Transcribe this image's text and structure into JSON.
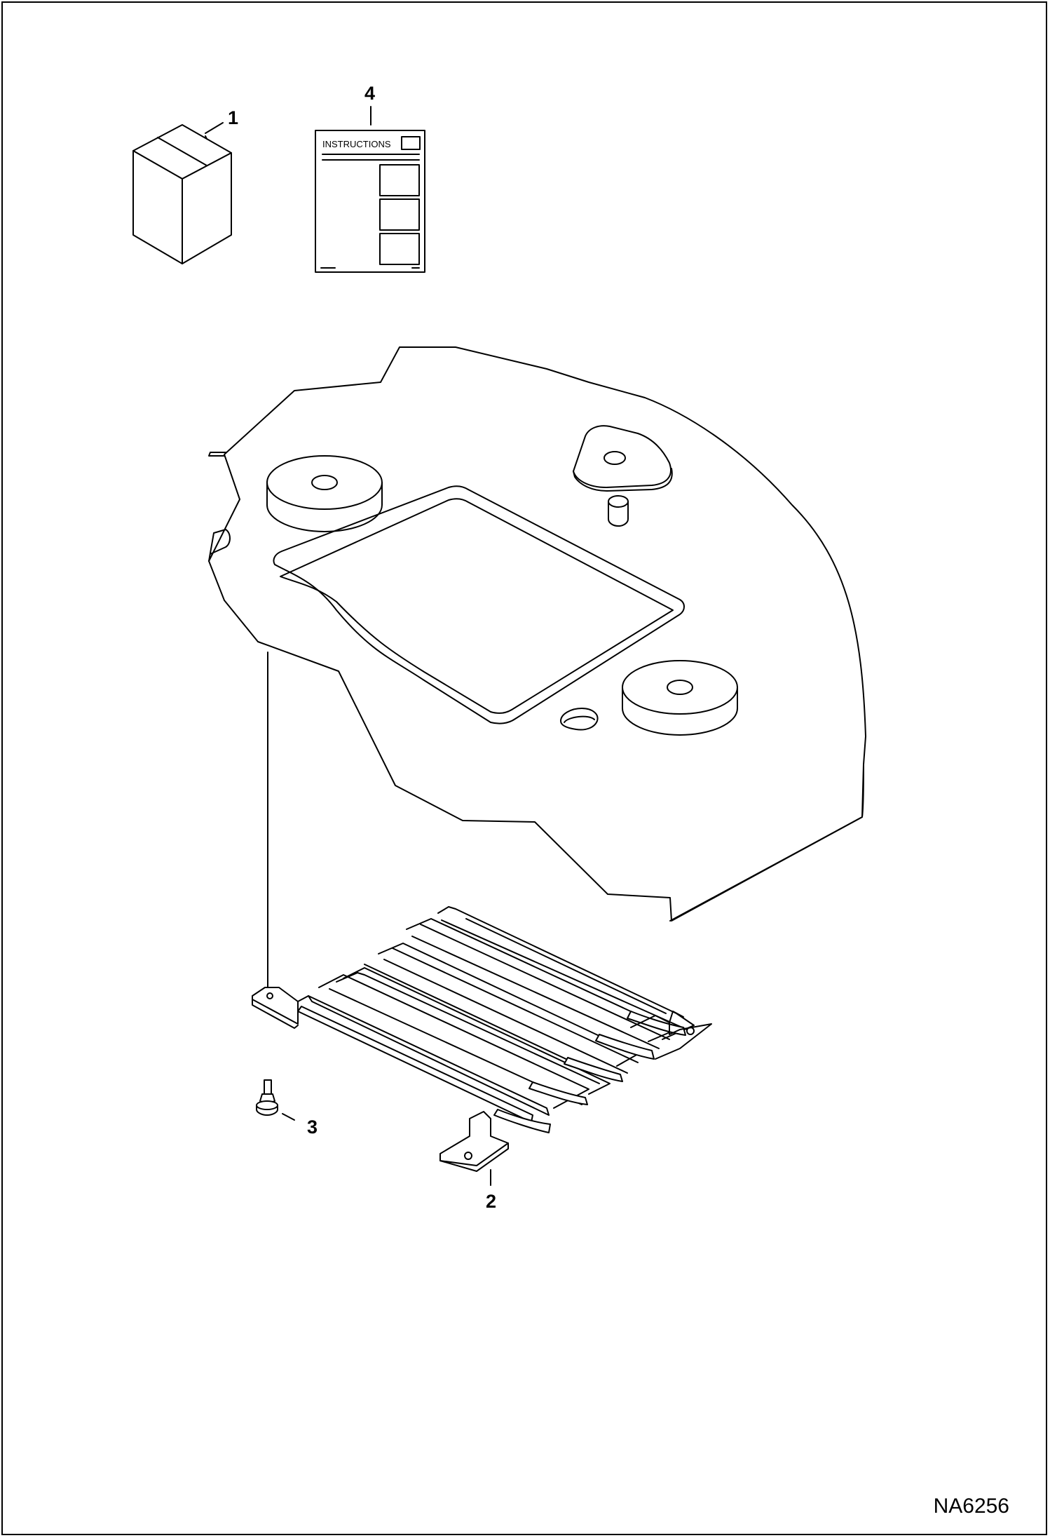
{
  "callouts": {
    "item_1": "1",
    "item_2": "2",
    "item_3": "3",
    "item_4": "4"
  },
  "instructions_sheet": {
    "title": "INSTRUCTIONS"
  },
  "drawing_number": "NA6256",
  "colors": {
    "line": "#000000",
    "background": "#ffffff"
  }
}
